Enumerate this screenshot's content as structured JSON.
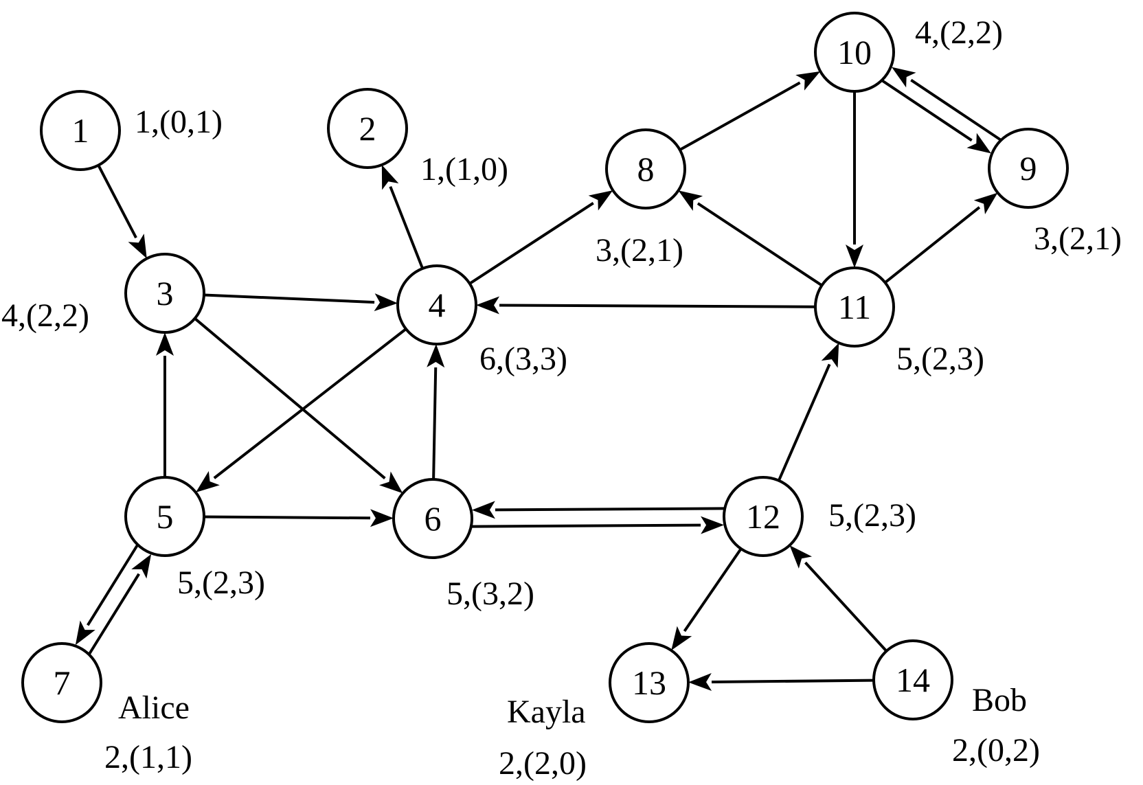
{
  "nodes": [
    {
      "id": "1",
      "label": "1"
    },
    {
      "id": "2",
      "label": "2"
    },
    {
      "id": "3",
      "label": "3"
    },
    {
      "id": "4",
      "label": "4"
    },
    {
      "id": "5",
      "label": "5"
    },
    {
      "id": "6",
      "label": "6"
    },
    {
      "id": "7",
      "label": "7"
    },
    {
      "id": "8",
      "label": "8"
    },
    {
      "id": "9",
      "label": "9"
    },
    {
      "id": "10",
      "label": "10"
    },
    {
      "id": "11",
      "label": "11"
    },
    {
      "id": "12",
      "label": "12"
    },
    {
      "id": "13",
      "label": "13"
    },
    {
      "id": "14",
      "label": "14"
    }
  ],
  "edges": [
    {
      "from": "1",
      "to": "3"
    },
    {
      "from": "4",
      "to": "2"
    },
    {
      "from": "3",
      "to": "4"
    },
    {
      "from": "3",
      "to": "6"
    },
    {
      "from": "5",
      "to": "3"
    },
    {
      "from": "4",
      "to": "5"
    },
    {
      "from": "6",
      "to": "4"
    },
    {
      "from": "4",
      "to": "8"
    },
    {
      "from": "11",
      "to": "4"
    },
    {
      "from": "5",
      "to": "6"
    },
    {
      "from": "7",
      "to": "5"
    },
    {
      "from": "5",
      "to": "7"
    },
    {
      "from": "6",
      "to": "12"
    },
    {
      "from": "12",
      "to": "6"
    },
    {
      "from": "8",
      "to": "10"
    },
    {
      "from": "11",
      "to": "8"
    },
    {
      "from": "10",
      "to": "9"
    },
    {
      "from": "9",
      "to": "10"
    },
    {
      "from": "10",
      "to": "11"
    },
    {
      "from": "11",
      "to": "9"
    },
    {
      "from": "12",
      "to": "11"
    },
    {
      "from": "12",
      "to": "13"
    },
    {
      "from": "14",
      "to": "12"
    },
    {
      "from": "14",
      "to": "13"
    }
  ],
  "annotations": {
    "n1": "1,(0,1)",
    "n2": "1,(1,0)",
    "n3": "4,(2,2)",
    "n4": "6,(3,3)",
    "n5": "5,(2,3)",
    "n6": "5,(3,2)",
    "n7_name": "Alice",
    "n7": "2,(1,1)",
    "n8": "3,(2,1)",
    "n9": "3,(2,1)",
    "n10": "4,(2,2)",
    "n11": "5,(2,3)",
    "n12": "5,(2,3)",
    "n13_name": "Kayla",
    "n13": "2,(2,0)",
    "n14_name": "Bob",
    "n14": "2,(0,2)"
  }
}
